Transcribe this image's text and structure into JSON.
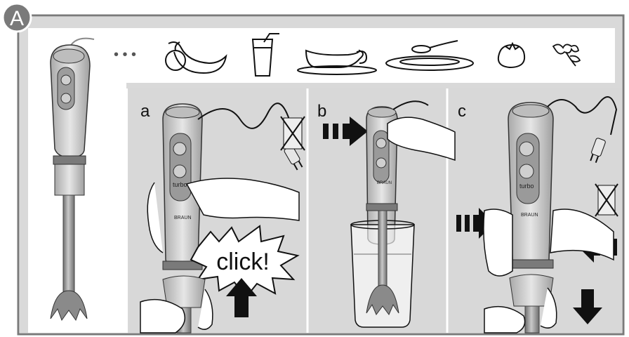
{
  "section_badge": "A",
  "ellipsis": "• • •",
  "food_icons": [
    "banana-apple-icon",
    "glass-with-straw-icon",
    "gravy-boat-icon",
    "plate-spoon-icon",
    "tomato-icon",
    "herbs-icon"
  ],
  "panels": [
    {
      "letter": "a",
      "callout": "click!",
      "brand": "BRAUN",
      "button": "turbo"
    },
    {
      "letter": "b",
      "brand": "BRAUN"
    },
    {
      "letter": "c",
      "brand": "BRAUN",
      "button": "turbo"
    }
  ],
  "colors": {
    "frame": "#7a7a7a",
    "panel": "#d8d8d8",
    "body": "#cfcfcf",
    "dark": "#1a1a1a",
    "rod": "#8c8c8c"
  }
}
